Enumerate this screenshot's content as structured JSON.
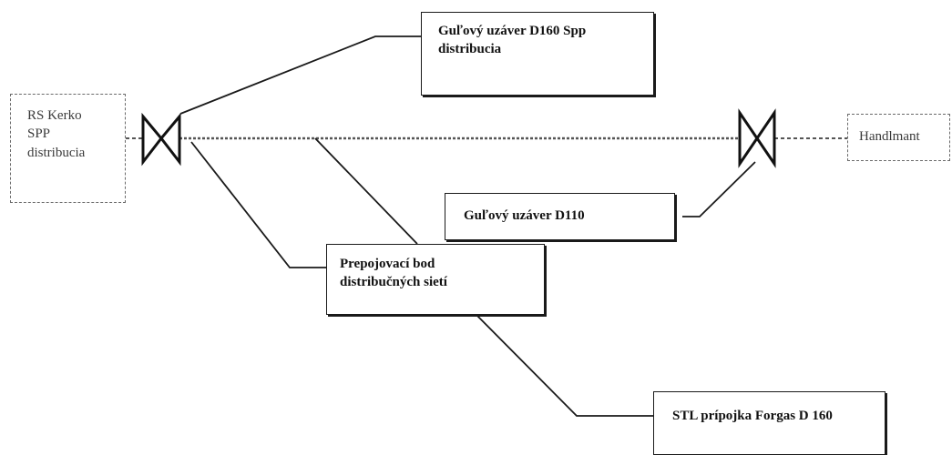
{
  "diagram": {
    "nodes": {
      "rs_kerko": {
        "lines": [
          "RS Kerko",
          "SPP",
          "distribucia"
        ]
      },
      "handlmant": {
        "label": "Handlmant"
      },
      "valve_d160": {
        "lines": [
          "Guľový uzáver D160 Spp",
          "distribucia"
        ]
      },
      "valve_d110": {
        "label": "Guľový uzáver D110"
      },
      "interconnection": {
        "lines": [
          "Prepojovací bod",
          "distribučných sietí"
        ]
      },
      "stl_pipe": {
        "label": "STL prípojka Forgas D 160"
      }
    },
    "colors": {
      "line": "#1a1a1a",
      "dashed_line": "#555555",
      "box_border": "#1a1a1a",
      "dashed_box_border": "#6a6a6a"
    }
  }
}
